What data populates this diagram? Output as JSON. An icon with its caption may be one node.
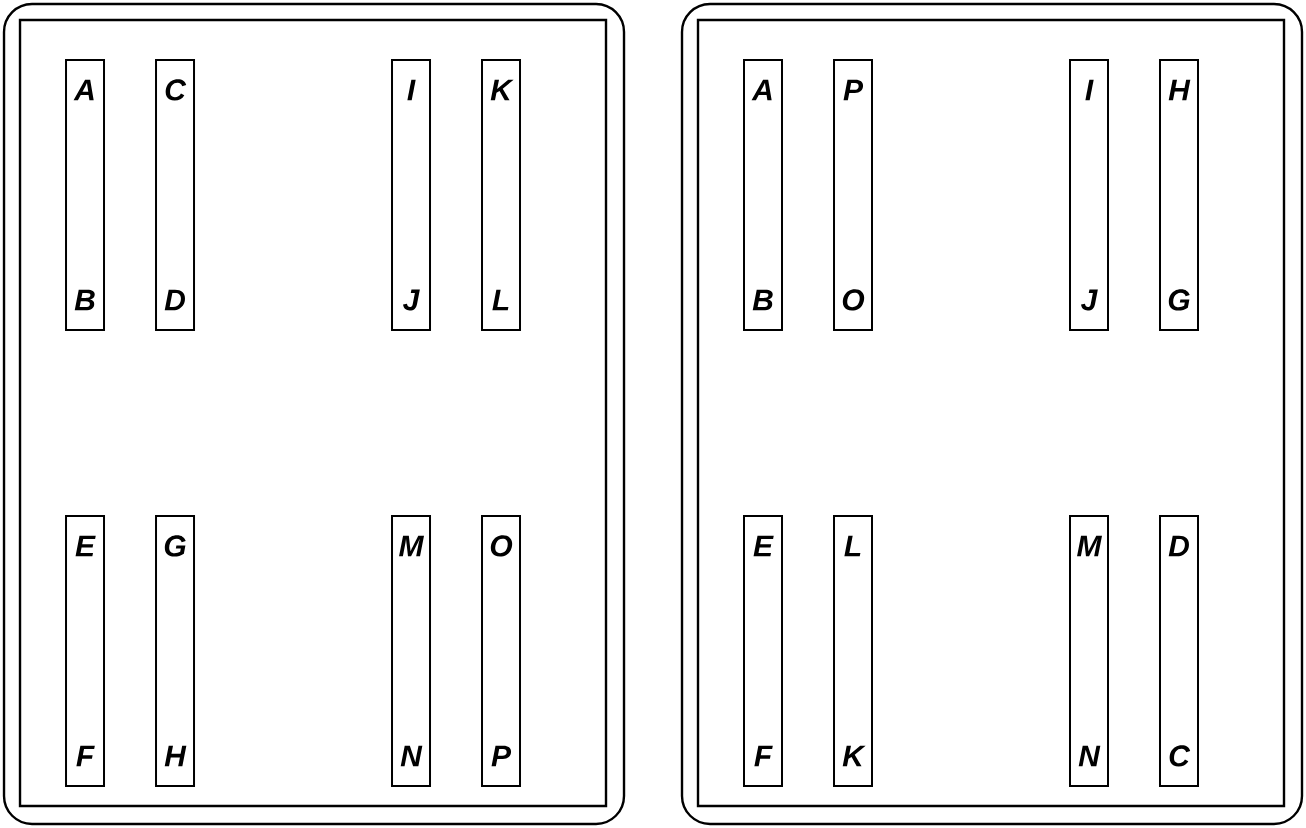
{
  "diagram": {
    "nodes": [
      {
        "text": [],
        "shape": "box"
      },
      {
        "text": [
          "A",
          "B"
        ],
        "in": 0
      },
      {
        "text": [
          "C",
          "D"
        ],
        "in": 0
      },
      {
        "text": [
          "I",
          "J"
        ],
        "in": 0
      },
      {
        "text": [
          "K",
          "L"
        ],
        "in": 0
      },
      {
        "text": [
          "E",
          "F"
        ],
        "in": 0
      },
      {
        "text": [
          "G",
          "H"
        ],
        "in": 0
      },
      {
        "text": [
          "M",
          "N"
        ],
        "in": 0
      },
      {
        "text": [
          "O",
          "P"
        ],
        "in": 0
      },
      {
        "text": [],
        "shape": "box"
      },
      {
        "text": [
          "A",
          "B"
        ],
        "in": 9
      },
      {
        "text": [
          "P",
          "O"
        ],
        "in": 9
      },
      {
        "text": [
          "I",
          "J"
        ],
        "in": 9
      },
      {
        "text": [
          "H",
          "G"
        ],
        "in": 9
      },
      {
        "text": [
          "E",
          "F"
        ],
        "in": 9
      },
      {
        "text": [
          "L",
          "K"
        ],
        "in": 9
      },
      {
        "text": [
          "M",
          "N"
        ],
        "in": 9
      },
      {
        "text": [
          "D",
          "C"
        ],
        "in": 9
      }
    ]
  }
}
